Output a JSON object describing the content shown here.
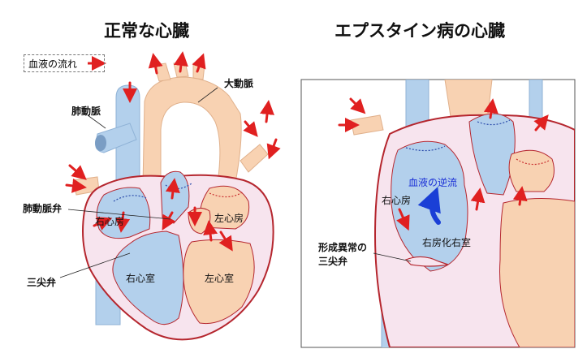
{
  "titles": {
    "normal": "正常な心臓",
    "ebstein": "エプスタイン病の心臓"
  },
  "legend": {
    "label": "血液の流れ",
    "arrow_color": "#e02020"
  },
  "labels": {
    "aorta": "大動脈",
    "pulmonary_artery": "肺動脈",
    "pulmonary_valve": "肺動脈弁",
    "right_atrium": "右心房",
    "left_atrium": "左心房",
    "tricuspid_valve": "三尖弁",
    "right_ventricle": "右心室",
    "left_ventricle": "左心室"
  },
  "ebstein_labels": {
    "regurgitation": "血液の逆流",
    "right_atrium": "右心房",
    "atrialized_rv": "右房化右室",
    "malformed_tricuspid_line1": "形成異常の",
    "malformed_tricuspid_line2": "三尖弁"
  },
  "colors": {
    "venous_blue": "#b3d0ec",
    "arterial_orange": "#f8d2b2",
    "wall_pink": "#f7e4ee",
    "outline_red": "#b5262e",
    "flow_arrow_red": "#e02020",
    "regurgitation_blue": "#1a3fd6"
  }
}
